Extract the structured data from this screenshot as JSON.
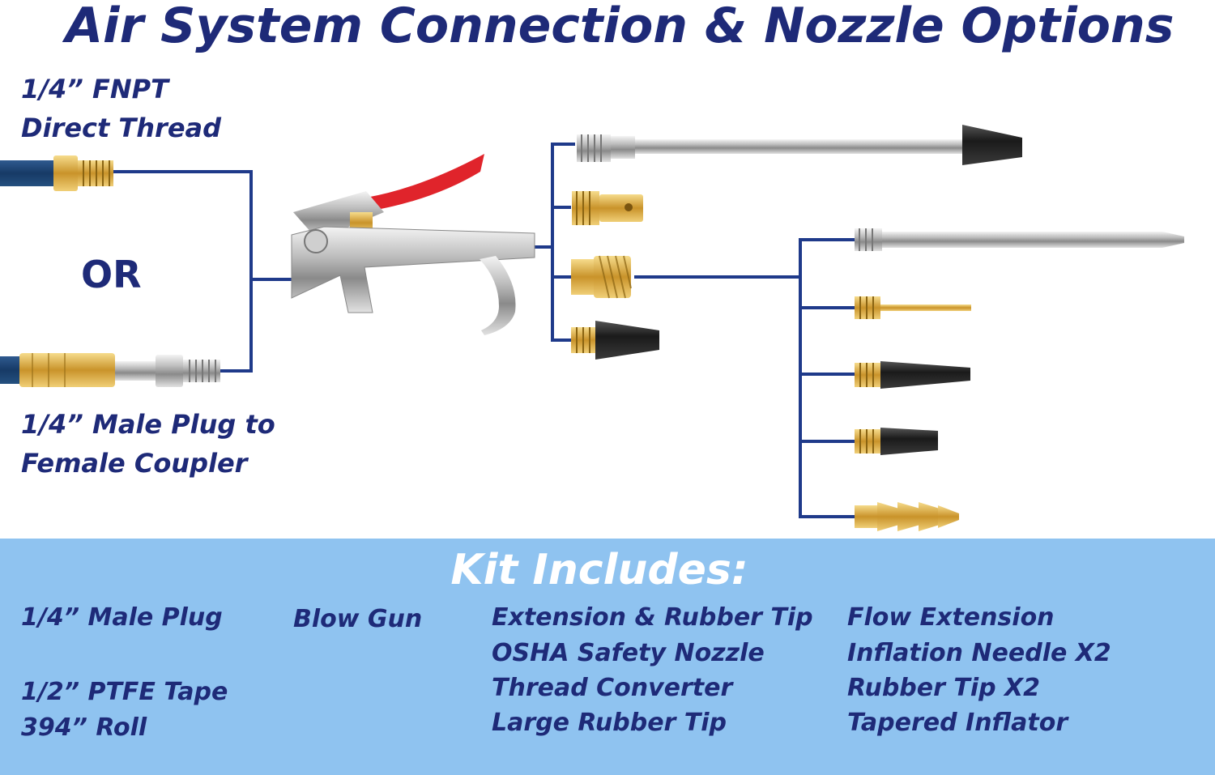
{
  "title": "Air System Connection & Nozzle Options",
  "connections": {
    "fnpt_line1": "1/4” FNPT",
    "fnpt_line2": "Direct Thread",
    "or": "OR",
    "plug_line1": "1/4” Male Plug to",
    "plug_line2": "Female Coupler"
  },
  "kit": {
    "heading": "Kit Includes:",
    "col1": [
      "1/4” Male Plug",
      "1/2” PTFE Tape",
      "394” Roll"
    ],
    "col2": [
      "Blow Gun"
    ],
    "col3": [
      "Extension & Rubber Tip",
      "OSHA Safety Nozzle",
      "Thread Converter",
      "Large Rubber Tip"
    ],
    "col4": [
      "Flow Extension",
      "Inflation Needle X2",
      "Rubber Tip X2",
      "Tapered Inflator"
    ]
  },
  "colors": {
    "navy": "#1e2a78",
    "line": "#1f3a8a",
    "panel": "#8fc3f0",
    "hose": "#1f3f6e",
    "brass": "#d6a73a",
    "trigger": "#e0242b"
  }
}
